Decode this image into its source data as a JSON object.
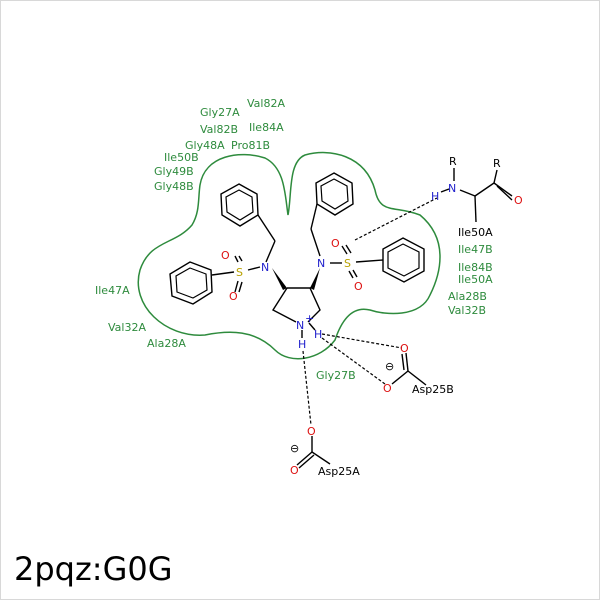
{
  "title": "2pqz:G0G",
  "colors": {
    "residue": "#2e8b3d",
    "pocket": "#2e8b3d",
    "nitrogen": "#1f1fcc",
    "oxygen": "#dd1111",
    "sulfur": "#b8a100",
    "bond": "#000000"
  },
  "residues": [
    {
      "id": "gly27a",
      "label": "Gly27A"
    },
    {
      "id": "val82a",
      "label": "Val82A"
    },
    {
      "id": "val82b",
      "label": "Val82B"
    },
    {
      "id": "ile84a",
      "label": "Ile84A"
    },
    {
      "id": "gly48a",
      "label": "Gly48A"
    },
    {
      "id": "pro81b",
      "label": "Pro81B"
    },
    {
      "id": "ile50b",
      "label": "Ile50B"
    },
    {
      "id": "gly49b",
      "label": "Gly49B"
    },
    {
      "id": "gly48b",
      "label": "Gly48B"
    },
    {
      "id": "ile47a",
      "label": "Ile47A"
    },
    {
      "id": "val32a",
      "label": "Val32A"
    },
    {
      "id": "ala28a",
      "label": "Ala28A"
    },
    {
      "id": "gly27b",
      "label": "Gly27B"
    },
    {
      "id": "ile47b",
      "label": "Ile47B"
    },
    {
      "id": "ile84b",
      "label": "Ile84B"
    },
    {
      "id": "ile50a-r",
      "label": "Ile50A"
    },
    {
      "id": "ala28b",
      "label": "Ala28B"
    },
    {
      "id": "val32b",
      "label": "Val32B"
    }
  ],
  "hbond_partners": {
    "ile50a": "Ile50A",
    "asp25b": "Asp25B",
    "asp25a": "Asp25A"
  },
  "atoms": {
    "n": "N",
    "o": "O",
    "s": "S",
    "h": "H",
    "r": "R",
    "plus": "+",
    "minus": "⊖"
  }
}
